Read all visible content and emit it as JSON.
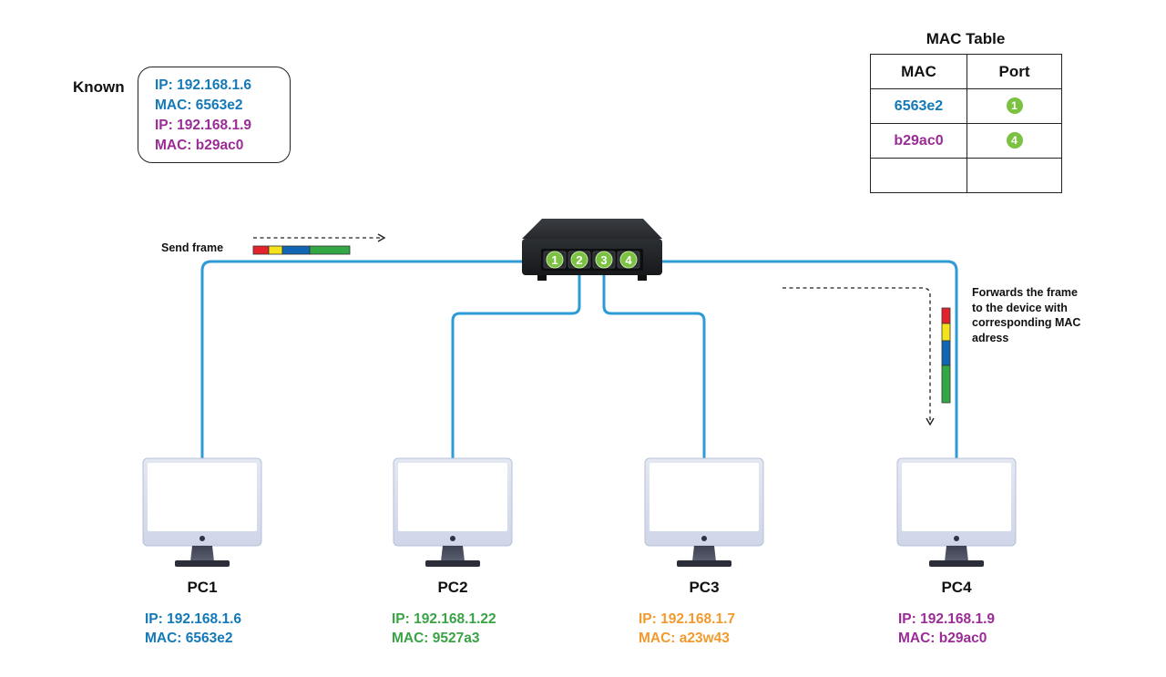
{
  "known": {
    "label": "Known",
    "lines": [
      {
        "text": "IP: 192.168.1.6",
        "color": "#1479b8"
      },
      {
        "text": "MAC: 6563e2",
        "color": "#1479b8"
      },
      {
        "text": "IP: 192.168.1.9",
        "color": "#9b2c97"
      },
      {
        "text": "MAC: b29ac0",
        "color": "#9b2c97"
      }
    ]
  },
  "mac_table": {
    "title": "MAC Table",
    "headers": [
      "MAC",
      "Port"
    ],
    "rows": [
      {
        "mac": "6563e2",
        "mac_color": "#1479b8",
        "port": "1"
      },
      {
        "mac": "b29ac0",
        "mac_color": "#9b2c97",
        "port": "4"
      },
      {
        "mac": "",
        "mac_color": "#111111",
        "port": ""
      }
    ]
  },
  "switch": {
    "ports": [
      "1",
      "2",
      "3",
      "4"
    ]
  },
  "labels": {
    "send_frame": "Send frame",
    "forward": [
      "Forwards the frame",
      "to the device with",
      "corresponding MAC",
      "adress"
    ]
  },
  "frame_colors": [
    "#e3232c",
    "#f3e21c",
    "#1166b3",
    "#33a744"
  ],
  "colors": {
    "cable": "#2d9bd6",
    "port_green": "#7cc242",
    "blue": "#1479b8",
    "green": "#3aa346",
    "orange": "#f29a2e",
    "purple": "#9b2c97"
  },
  "pcs": [
    {
      "name": "PC1",
      "ip": "IP: 192.168.1.6",
      "mac": "MAC: 6563e2",
      "color": "#1479b8"
    },
    {
      "name": "PC2",
      "ip": "IP: 192.168.1.22",
      "mac": "MAC: 9527a3",
      "color": "#3aa346"
    },
    {
      "name": "PC3",
      "ip": "IP: 192.168.1.7",
      "mac": "MAC: a23w43",
      "color": "#f29a2e"
    },
    {
      "name": "PC4",
      "ip": "IP: 192.168.1.9",
      "mac": "MAC: b29ac0",
      "color": "#9b2c97"
    }
  ]
}
